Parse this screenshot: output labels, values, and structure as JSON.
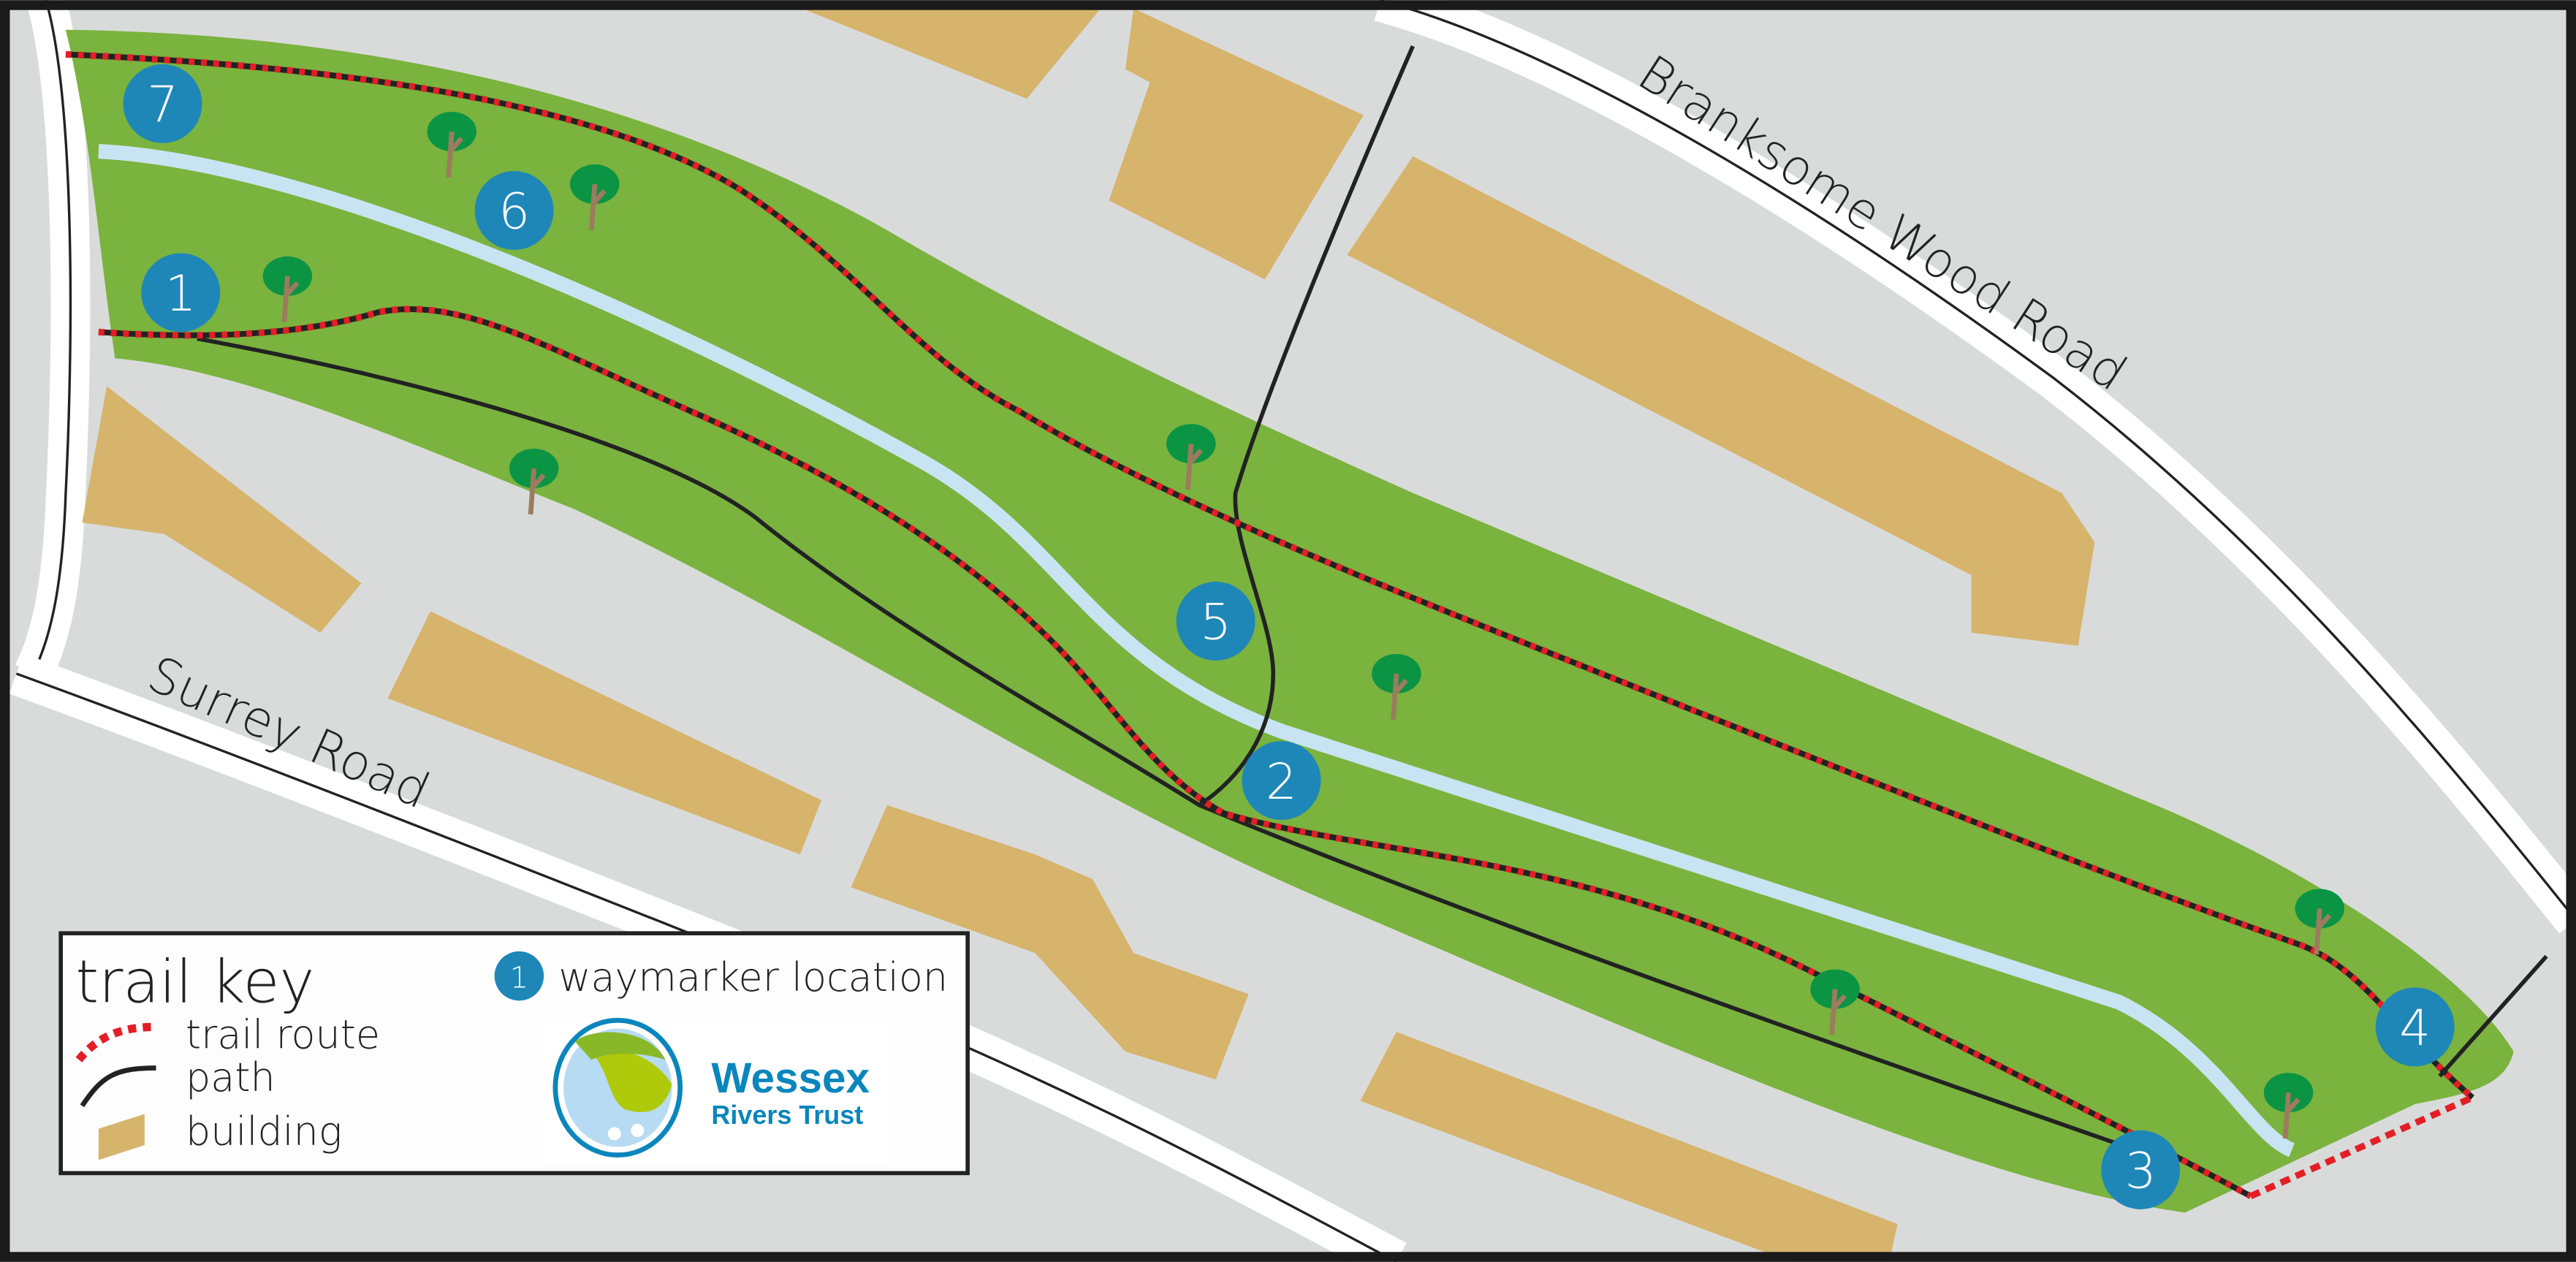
{
  "map": {
    "roads": {
      "surrey": "Surrey Road",
      "branksome": "Branksome Wood Road"
    },
    "waymarkers": [
      "1",
      "2",
      "3",
      "4",
      "5",
      "6",
      "7"
    ]
  },
  "legend": {
    "title": "trail key",
    "trail_route": "trail route",
    "path": "path",
    "building": "building",
    "waymarker_number": "1",
    "waymarker_label": "waymarker location"
  },
  "logo": {
    "name": "Wessex",
    "subtitle": "Rivers Trust"
  },
  "colors": {
    "ground": "#d9dbdb",
    "park": "#7ab33e",
    "building": "#d6b46c",
    "river": "#c8e4f2",
    "trail": "#e41e26",
    "waymarker": "#1e87b8",
    "brand": "#0a86bd"
  }
}
